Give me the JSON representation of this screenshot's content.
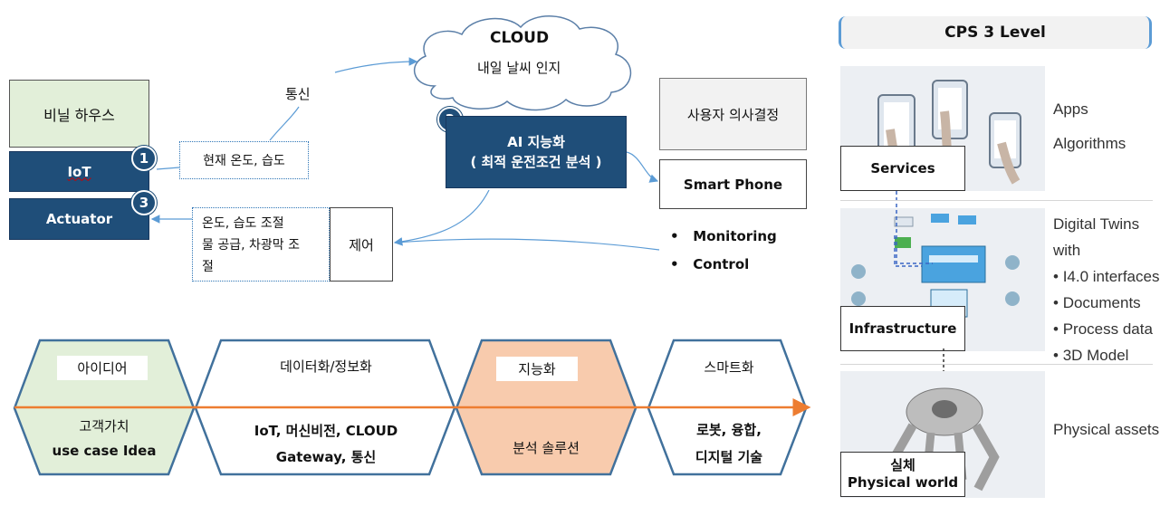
{
  "top": {
    "greenhouse": "비닐 하우스",
    "iot": "IoT",
    "actuator": "Actuator",
    "comm": "통신",
    "current_state": "현재 온도, 습도",
    "control_actions": [
      "온도, 습도 조절",
      "물 공급, 차광막 조",
      "절"
    ],
    "control": "제어",
    "cloud_title": "CLOUD",
    "cloud_sub": "내일 날씨 인지",
    "ai_title": "AI 지능화",
    "ai_sub": "( 최적 운전조건 분석 )",
    "user_decision": "사용자 의사결정",
    "smartphone": "Smart Phone",
    "bullets": [
      "Monitoring",
      "Control"
    ],
    "badges": [
      "1",
      "2",
      "3"
    ]
  },
  "process": {
    "stages": [
      {
        "head": "아이디어",
        "body": [
          "고객가치",
          "use case Idea"
        ]
      },
      {
        "head": "데이터화/정보화",
        "body": [
          "IoT, 머신비전, CLOUD",
          "Gateway, 통신"
        ]
      },
      {
        "head": "지능화",
        "body": [
          "분석 솔루션"
        ]
      },
      {
        "head": "스마트화",
        "body": [
          "로봇, 융합,",
          "디지털 기술"
        ]
      }
    ],
    "colors": {
      "stage1": "#e2efd9",
      "stage2": "#ffffff",
      "stage3": "#f8cbad",
      "stage4": "#ffffff",
      "outline": "#41719c",
      "arrow": "#ed7d31"
    }
  },
  "cps": {
    "title": "CPS 3 Level",
    "levels": [
      {
        "label": "Services",
        "legend": [
          "Apps",
          "Algorithms"
        ]
      },
      {
        "label": "Infrastructure",
        "legend_title": "Digital Twins with",
        "legend": [
          "I4.0 interfaces",
          "Documents",
          "Process data",
          "3D Model"
        ]
      },
      {
        "label_lines": [
          "실체",
          "Physical world"
        ],
        "legend": [
          "Physical assets"
        ]
      }
    ]
  }
}
